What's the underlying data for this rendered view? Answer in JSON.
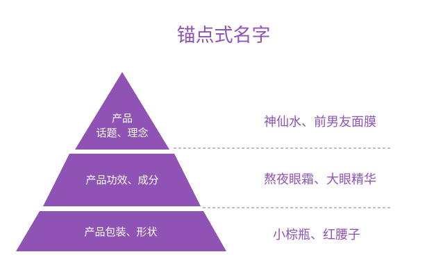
{
  "title": "锚点式名字",
  "colors": {
    "accent": "#8E53B4",
    "tier_fill": "#8E53B4",
    "tier_text": "#ffffff",
    "divider": "#9966BB"
  },
  "tiers": [
    {
      "label_line1": "产品",
      "label_line2": "话题、理念",
      "description": "神仙水、前男友面膜"
    },
    {
      "label": "产品功效、成分",
      "description": "熬夜眼霜、大眼精华"
    },
    {
      "label": "产品包装、形状",
      "description": "小棕瓶、红腰子"
    }
  ]
}
